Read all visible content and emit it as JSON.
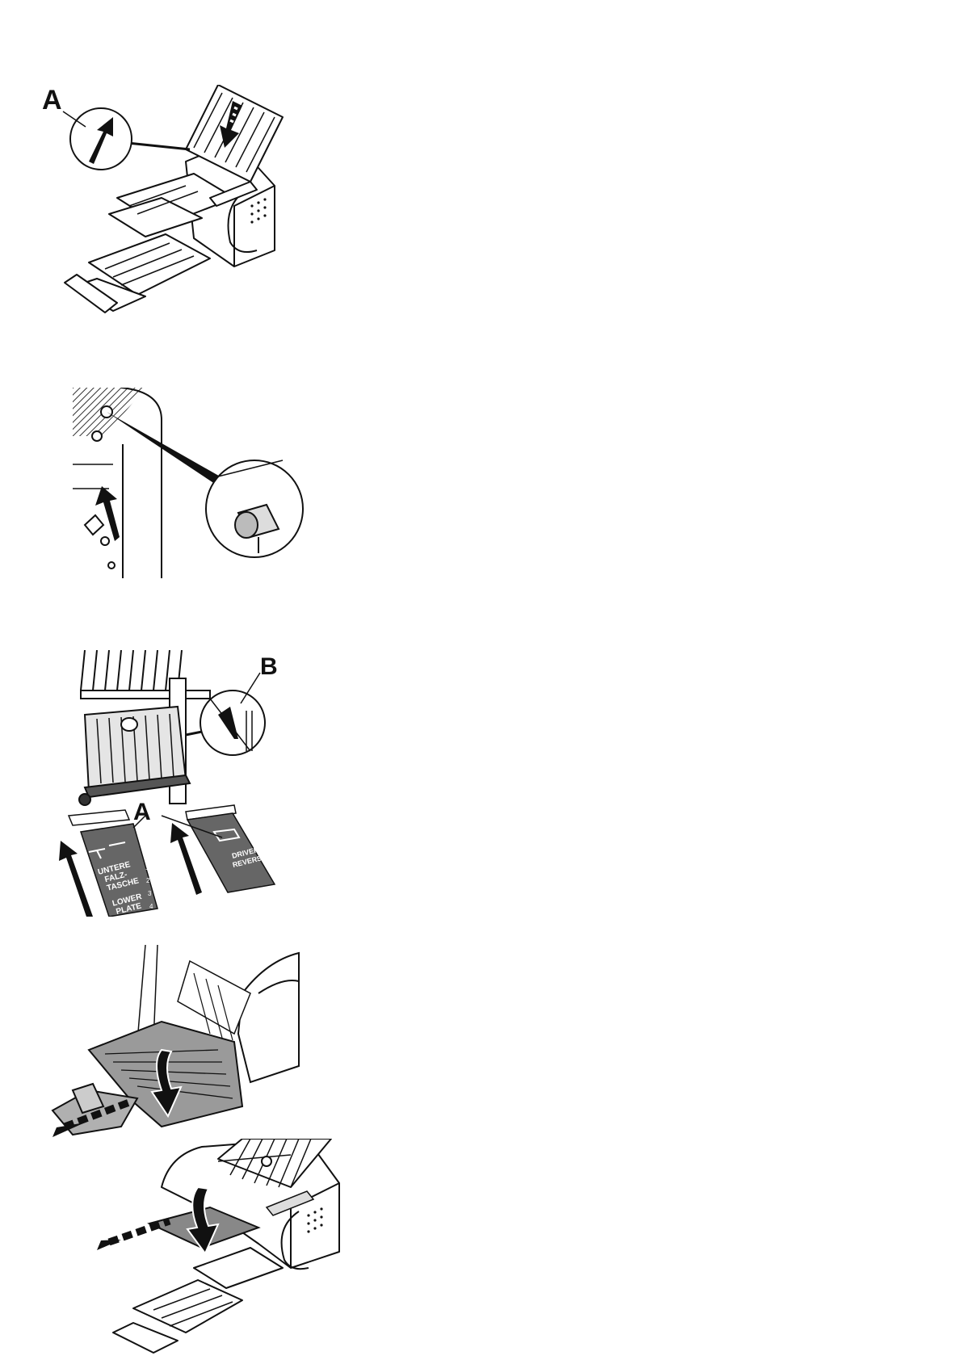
{
  "figures": [
    {
      "id": "figure-1",
      "callouts": [
        "A"
      ]
    },
    {
      "id": "figure-2",
      "callouts": []
    },
    {
      "id": "figure-3",
      "callouts": [
        "B",
        "A"
      ],
      "plates": {
        "left": {
          "lines": [
            "UNTERE",
            "FALZ-",
            "TASCHE",
            "LOWER",
            "PLATE"
          ],
          "scale": [
            "1",
            "2",
            "3",
            "4"
          ]
        },
        "right": {
          "lines": [
            "DRIVER",
            "REVERSE"
          ]
        }
      }
    },
    {
      "id": "figure-4",
      "callouts": []
    },
    {
      "id": "figure-5",
      "callouts": []
    }
  ]
}
